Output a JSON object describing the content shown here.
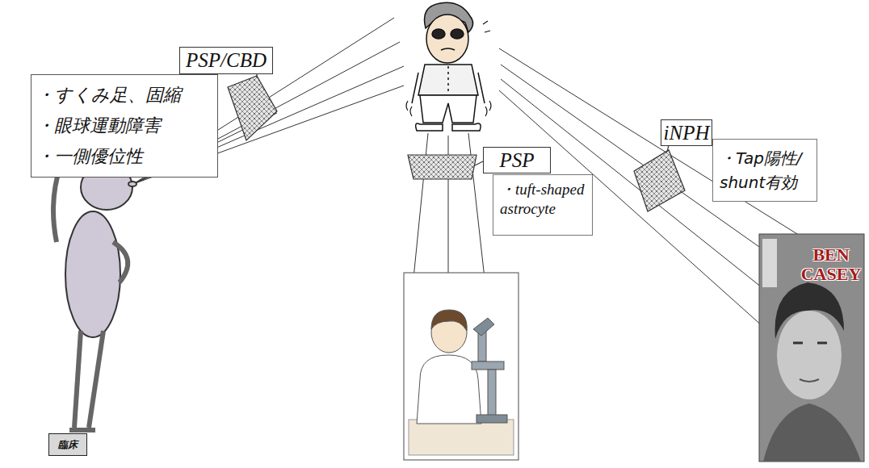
{
  "diagram": {
    "nodes": [
      {
        "text": [
          "PSP/CBD"
        ]
      },
      {
        "text": [
          "・すくみ足、固縮",
          "・眼球運動障害",
          "・一側優位性"
        ]
      },
      {
        "text": [
          "臨床"
        ]
      },
      {
        "text": [
          "PSP"
        ]
      },
      {
        "text": [
          "・tuft-shaped astrocyte"
        ]
      },
      {
        "text": [
          "iNPH"
        ]
      },
      {
        "text": [
          "・Tap陽性/ shunt有効"
        ]
      }
    ],
    "labels": [
      "BEN CASEY"
    ]
  }
}
